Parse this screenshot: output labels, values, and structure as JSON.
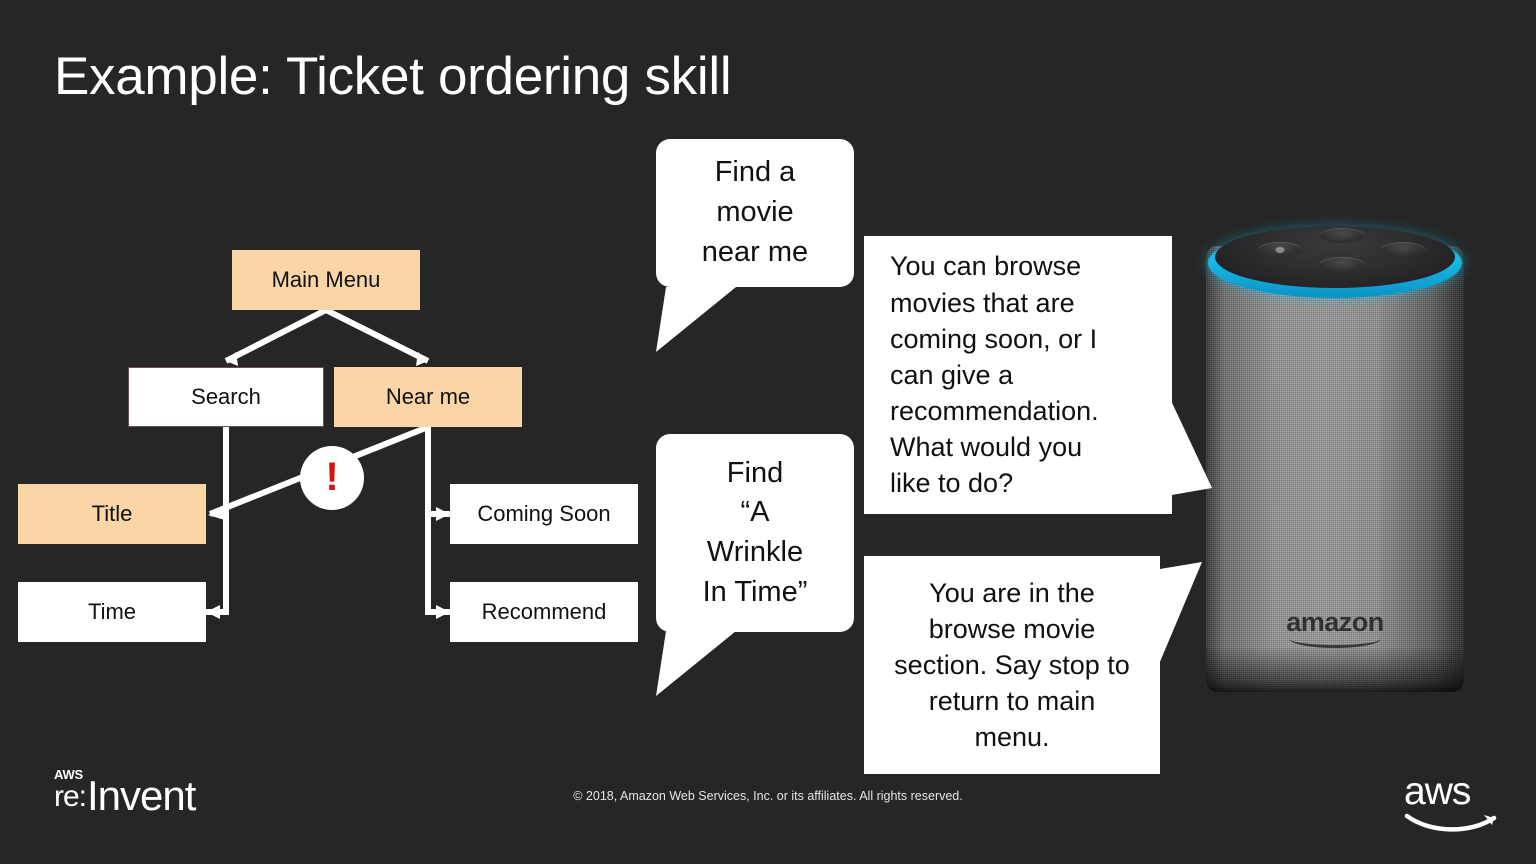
{
  "slide": {
    "title": "Example: Ticket ordering skill",
    "background_color": "#262626",
    "accent_peach": "#fad5a5",
    "alert_red": "#d81212",
    "ring_cyan": "#17b9e8"
  },
  "flowchart": {
    "nodes": [
      {
        "id": "main-menu",
        "label": "Main Menu",
        "style": "peach"
      },
      {
        "id": "search",
        "label": "Search",
        "style": "white"
      },
      {
        "id": "near-me",
        "label": "Near me",
        "style": "peach"
      },
      {
        "id": "title",
        "label": "Title",
        "style": "peach"
      },
      {
        "id": "time",
        "label": "Time",
        "style": "white"
      },
      {
        "id": "coming-soon",
        "label": "Coming Soon",
        "style": "white"
      },
      {
        "id": "recommend",
        "label": "Recommend",
        "style": "white"
      }
    ],
    "alert_badge": {
      "symbol": "!",
      "color": "#d81212"
    }
  },
  "conversation": {
    "user_utterances": [
      {
        "id": "find-movie",
        "text": "Find a\nmovie\nnear me"
      },
      {
        "id": "find-wrinkle",
        "text": "Find\n“A\nWrinkle\nIn Time”"
      }
    ],
    "assistant_responses": [
      {
        "id": "browse-movies",
        "text": "You can browse\nmovies that are\ncoming soon, or I\ncan give a\nrecommendation.\nWhat would you\nlike to do?"
      },
      {
        "id": "browse-section",
        "text": "You are in the\nbrowse movie\nsection. Say stop to\nreturn to main\nmenu."
      }
    ]
  },
  "device": {
    "name": "Amazon Echo",
    "brand_label": "amazon",
    "buttons": [
      "volume-up",
      "microphone-mute",
      "action",
      "volume-down"
    ]
  },
  "footer": {
    "reinvent": {
      "aws": "AWS",
      "re": "re:",
      "invent": "Invent"
    },
    "copyright": "© 2018, Amazon Web Services, Inc. or its affiliates. All rights reserved.",
    "aws_logo_text": "aws"
  }
}
